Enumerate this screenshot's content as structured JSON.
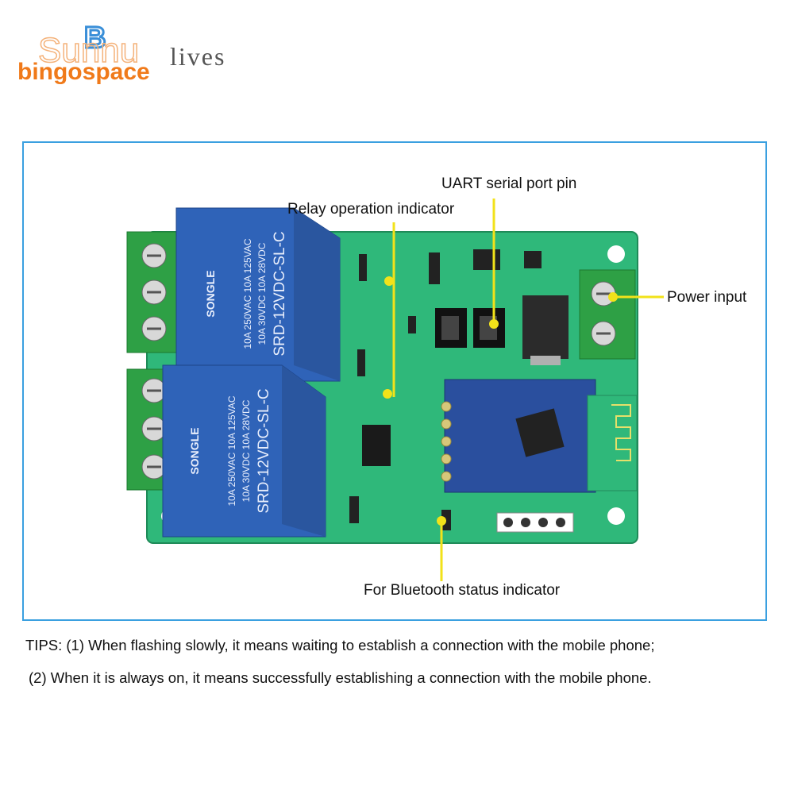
{
  "logo": {
    "brand_primary": "bingospace",
    "brand_secondary": "lives",
    "brand_watermark": "Sunnu",
    "badge_letter": "B",
    "colors": {
      "primary": "#f07a1a",
      "secondary": "#555555",
      "badge": "#3a8fd8"
    }
  },
  "annotations": {
    "uart": "UART serial port pin",
    "relay_indicator": "Relay operation indicator",
    "power": "Power input",
    "bluetooth": "For Bluetooth status indicator",
    "line_color": "#f2e21a"
  },
  "relays": [
    {
      "brand": "SONGLE",
      "rating1": "10A 250VAC 10A 125VAC",
      "rating2": "10A 30VDC 10A 28VDC",
      "model": "SRD-12VDC-SL-C"
    },
    {
      "brand": "SONGLE",
      "rating1": "10A 250VAC 10A 125VAC",
      "rating2": "10A 30VDC 10A 28VDC",
      "model": "SRD-12VDC-SL-C"
    }
  ],
  "tips": {
    "line1": "TIPS: (1) When flashing slowly, it means waiting to establish a connection with the mobile phone;",
    "line2": "(2) When it is always on, it means successfully establishing a connection with the mobile phone."
  },
  "frame_color": "#3aa0e0",
  "board_color": "#2fb87a",
  "relay_color": "#2f63b8"
}
